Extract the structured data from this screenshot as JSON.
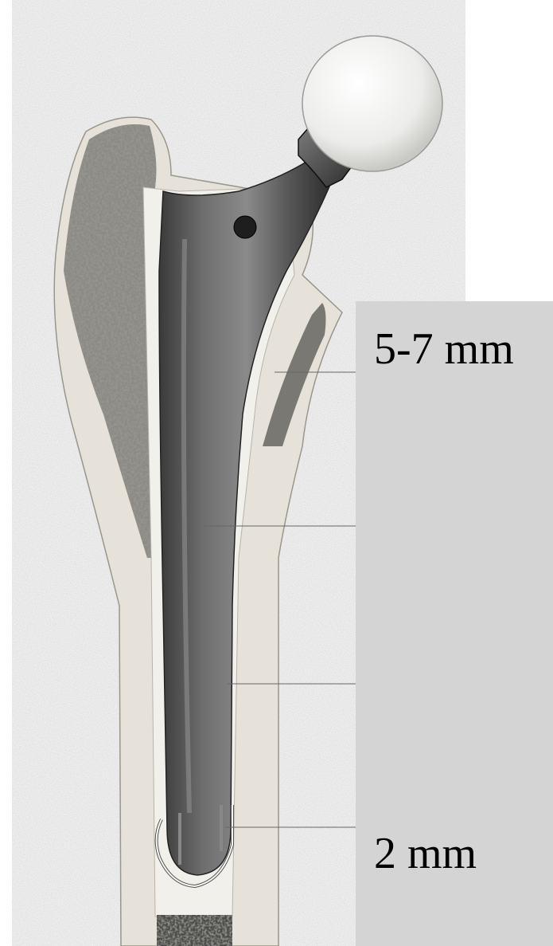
{
  "labels": {
    "top": "5-7 mm",
    "bottom": "2 mm"
  },
  "colors": {
    "panel": "#d4d4d4",
    "background_plaster": "#ececec",
    "cortical_bone": "#e8e4dc",
    "cancellous_bone": "#6a6a66",
    "cement": "#f0eee8",
    "stem_metal": "#5a5a5a",
    "femoral_head": "#f4f4f2",
    "leader_line": "#666666"
  },
  "icons": {
    "prosthesis": "hip-prosthesis-illustration",
    "head": "femoral-head-ball",
    "centralizer": "distal-centralizer-clip"
  }
}
